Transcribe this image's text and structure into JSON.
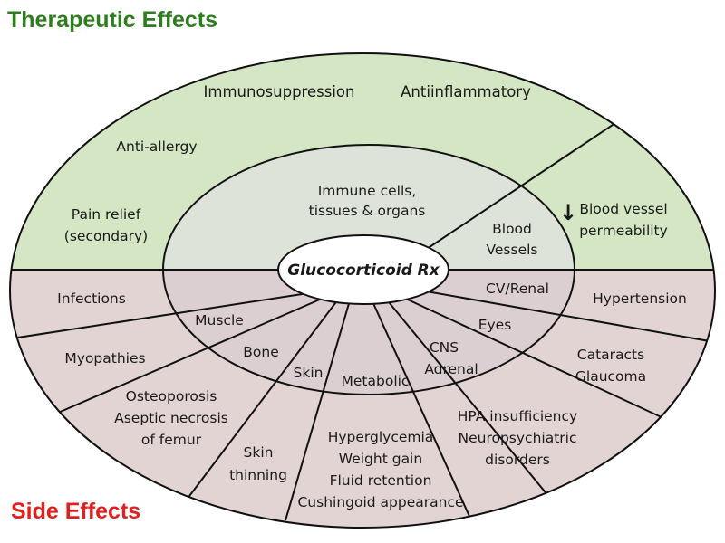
{
  "headings": {
    "therapeutic": "Therapeutic Effects",
    "side": "Side Effects"
  },
  "colors": {
    "therapeutic_heading": "#2e7d1f",
    "side_heading": "#e02020",
    "therapeutic_fill": "#d5e6c4",
    "side_fill": "#e3d4d4",
    "outline": "#111111"
  },
  "center": {
    "label": "Glucocorticoid Rx"
  },
  "therapeutic": {
    "outer": {
      "immunosuppression": "Immunosuppression",
      "antiinflammatory": "Antiinflammatory",
      "anti_allergy": "Anti-allergy",
      "pain_relief": [
        "Pain relief",
        "(secondary)"
      ],
      "blood_vessel_permeability": [
        "Blood vessel",
        "permeability"
      ],
      "down_arrow": "↓"
    },
    "inner": {
      "immune_cells": [
        "Immune cells,",
        "tissues & organs"
      ],
      "blood_vessels": [
        "Blood",
        "Vessels"
      ]
    }
  },
  "side": {
    "inner": {
      "muscle": "Muscle",
      "bone": "Bone",
      "skin": "Skin",
      "metabolic": "Metabolic",
      "cns_adrenal": [
        "CNS",
        "Adrenal"
      ],
      "eyes": "Eyes",
      "cv_renal": "CV/Renal"
    },
    "outer": {
      "infections": "Infections",
      "myopathies": "Myopathies",
      "osteoporosis": [
        "Osteoporosis",
        "Aseptic necrosis",
        "of femur"
      ],
      "skin_thinning": [
        "Skin",
        "thinning"
      ],
      "metabolic": [
        "Hyperglycemia",
        "Weight gain",
        "Fluid retention",
        "Cushingoid appearance"
      ],
      "hpa": [
        "HPA insufficiency",
        "Neuropsychiatric",
        "disorders"
      ],
      "cataracts": [
        "Cataracts",
        "Glaucoma"
      ],
      "hypertension": "Hypertension"
    }
  }
}
